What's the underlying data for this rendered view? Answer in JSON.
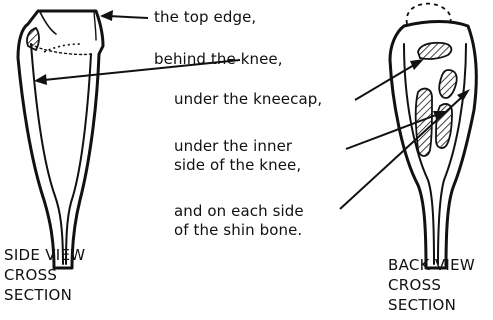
{
  "labels": {
    "top_edge": "the top edge,",
    "behind_knee": "behind the knee,",
    "under_kneecap": "under the kneecap,",
    "inner_side_line1": "under the inner",
    "inner_side_line2": "side of the knee,",
    "shin_line1": "and on each side",
    "shin_line2": "of the shin bone."
  },
  "captions": {
    "side_line1": "SIDE VIEW",
    "side_line2": "CROSS",
    "side_line3": "SECTION",
    "back_line1": "BACK VIEW",
    "back_line2": "CROSS",
    "back_line3": "SECTION"
  },
  "colors": {
    "ink": "#111111",
    "background": "#ffffff"
  }
}
